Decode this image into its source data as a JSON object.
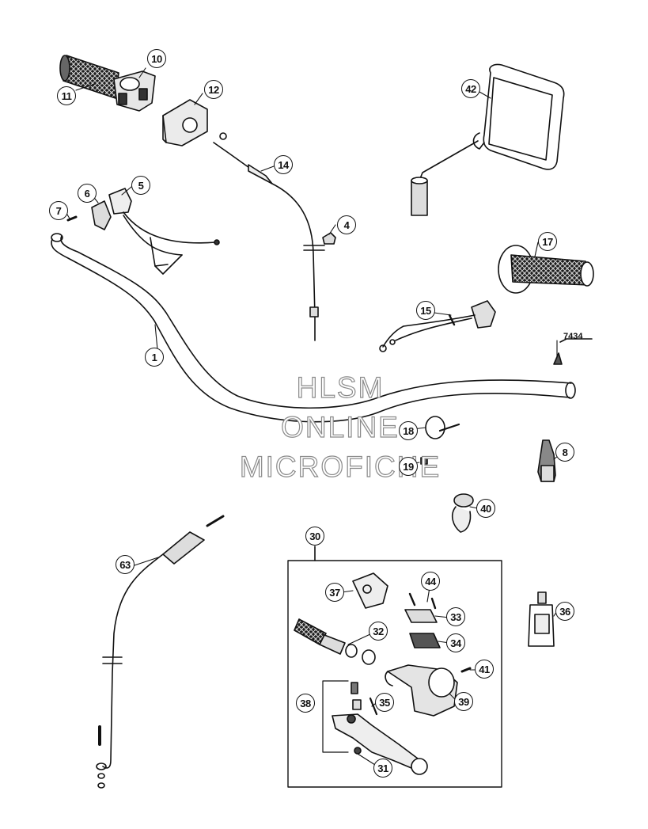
{
  "watermark": {
    "line1": "HLSM",
    "line2": "ONLINE",
    "line3": "MICROFICHE"
  },
  "reference_label": "7434",
  "callouts": {
    "c1": "1",
    "c4": "4",
    "c5": "5",
    "c6": "6",
    "c7": "7",
    "c8": "8",
    "c10": "10",
    "c11": "11",
    "c12": "12",
    "c14": "14",
    "c15": "15",
    "c17": "17",
    "c18": "18",
    "c19": "19",
    "c30": "30",
    "c31": "31",
    "c32": "32",
    "c33": "33",
    "c34": "34",
    "c35": "35",
    "c36": "36",
    "c37": "37",
    "c38": "38",
    "c39": "39",
    "c40": "40",
    "c41": "41",
    "c42": "42",
    "c44": "44",
    "c63": "63"
  },
  "colors": {
    "line": "#111111",
    "callout_fill": "#ffffff",
    "watermark_outline": "#8a8a8a"
  }
}
